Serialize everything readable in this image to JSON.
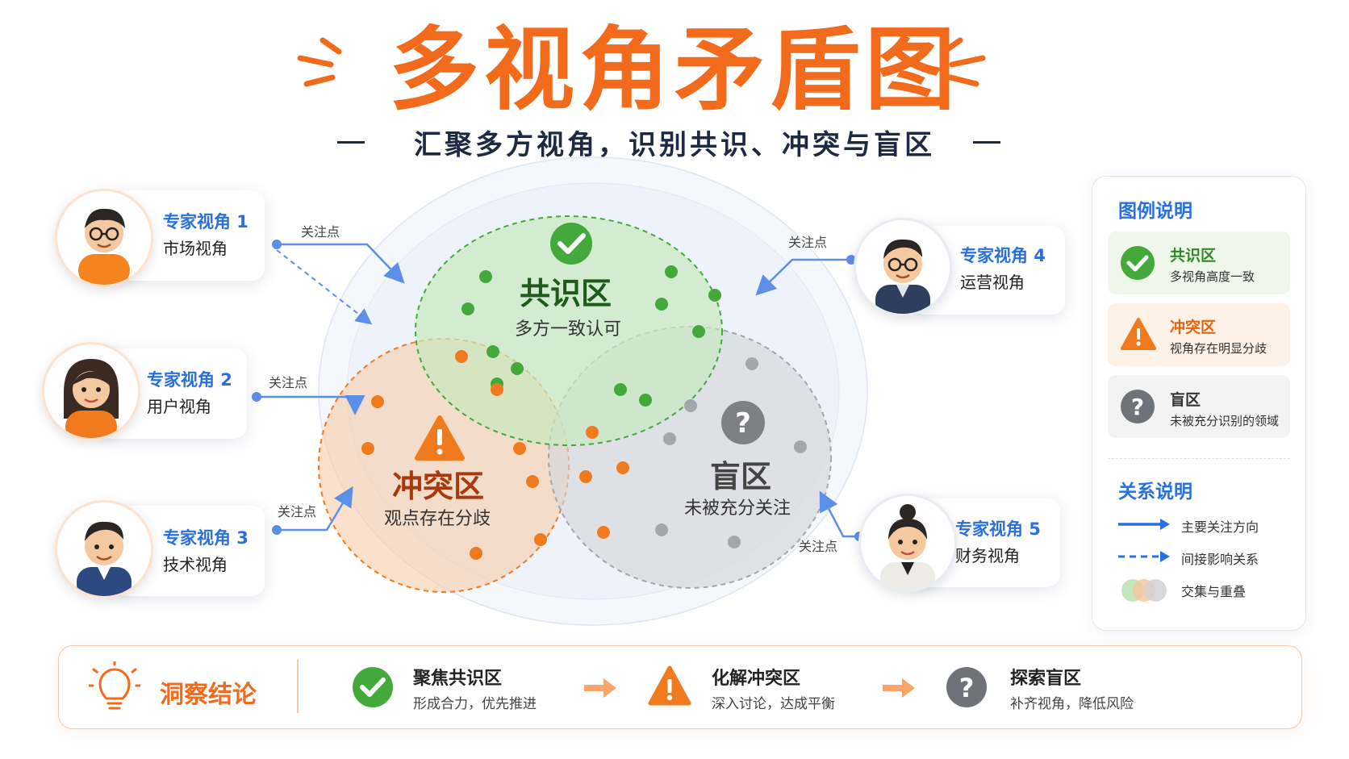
{
  "header": {
    "title": "多视角矛盾图",
    "subtitle": "汇聚多方视角，识别共识、冲突与盲区"
  },
  "experts": [
    {
      "title": "专家视角 1",
      "subtitle": "市场视角",
      "focus": "关注点"
    },
    {
      "title": "专家视角 2",
      "subtitle": "用户视角",
      "focus": "关注点"
    },
    {
      "title": "专家视角 3",
      "subtitle": "技术视角",
      "focus": "关注点"
    },
    {
      "title": "专家视角 4",
      "subtitle": "运营视角",
      "focus": "关注点"
    },
    {
      "title": "专家视角 5",
      "subtitle": "财务视角",
      "focus": "关注点"
    }
  ],
  "zones": {
    "consensus": {
      "title": "共识区",
      "desc": "多方一致认可",
      "color": "#43a93a"
    },
    "conflict": {
      "title": "冲突区",
      "desc": "观点存在分歧",
      "color": "#f07a1e"
    },
    "blind": {
      "title": "盲区",
      "desc": "未被充分关注",
      "color": "#8a8d93"
    }
  },
  "legend": {
    "title": "图例说明",
    "items": [
      {
        "name": "共识区",
        "desc": "多视角高度一致",
        "icon": "check-icon"
      },
      {
        "name": "冲突区",
        "desc": "视角存在明显分歧",
        "icon": "warning-icon"
      },
      {
        "name": "盲区",
        "desc": "未被充分识别的领域",
        "icon": "question-icon"
      }
    ],
    "relations_title": "关系说明",
    "relations": [
      {
        "label": "主要关注方向",
        "icon": "solid-arrow-icon"
      },
      {
        "label": "间接影响关系",
        "icon": "dashed-arrow-icon"
      },
      {
        "label": "交集与重叠",
        "icon": "overlap-icon"
      }
    ]
  },
  "insight": {
    "title": "洞察结论",
    "steps": [
      {
        "title": "聚焦共识区",
        "desc": "形成合力，优先推进",
        "icon": "check-icon"
      },
      {
        "title": "化解冲突区",
        "desc": "深入讨论，达成平衡",
        "icon": "warning-icon"
      },
      {
        "title": "探索盲区",
        "desc": "补齐视角，降低风险",
        "icon": "question-icon"
      }
    ]
  },
  "colors": {
    "brand_orange": "#f26a1b",
    "accent_blue": "#2a6fe0",
    "green": "#43a93a",
    "gray": "#8a8d93"
  }
}
